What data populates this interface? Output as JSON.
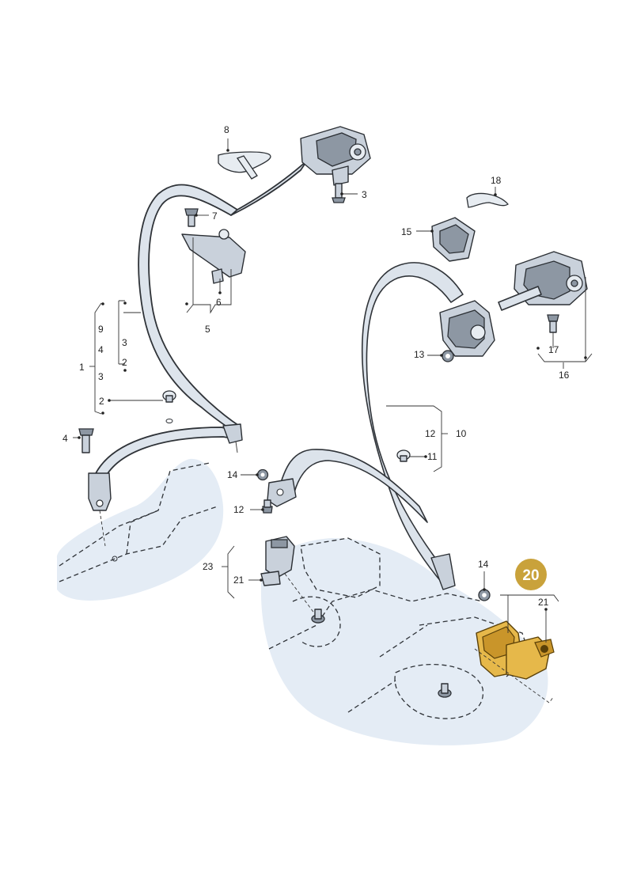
{
  "highlight": {
    "label": "20",
    "color": "#c9a23b",
    "text_color": "#ffffff"
  },
  "callouts": {
    "n1": "1",
    "n2a": "2",
    "n2b": "2",
    "n3a": "3",
    "n3b": "3",
    "n3c": "3",
    "n4a": "4",
    "n4b": "4",
    "n5": "5",
    "n6": "6",
    "n7": "7",
    "n8": "8",
    "n9": "9",
    "n10": "10",
    "n11": "11",
    "n12a": "12",
    "n12b": "12",
    "n13": "13",
    "n14a": "14",
    "n14b": "14",
    "n15": "15",
    "n16": "16",
    "n17": "17",
    "n18": "18",
    "n21a": "21",
    "n21b": "21",
    "n23": "23"
  },
  "colors": {
    "line": "#2f3338",
    "part_fill": "#c9d1db",
    "seat_fill": "#dfe9f3",
    "highlight_part": "#e6b84a"
  }
}
